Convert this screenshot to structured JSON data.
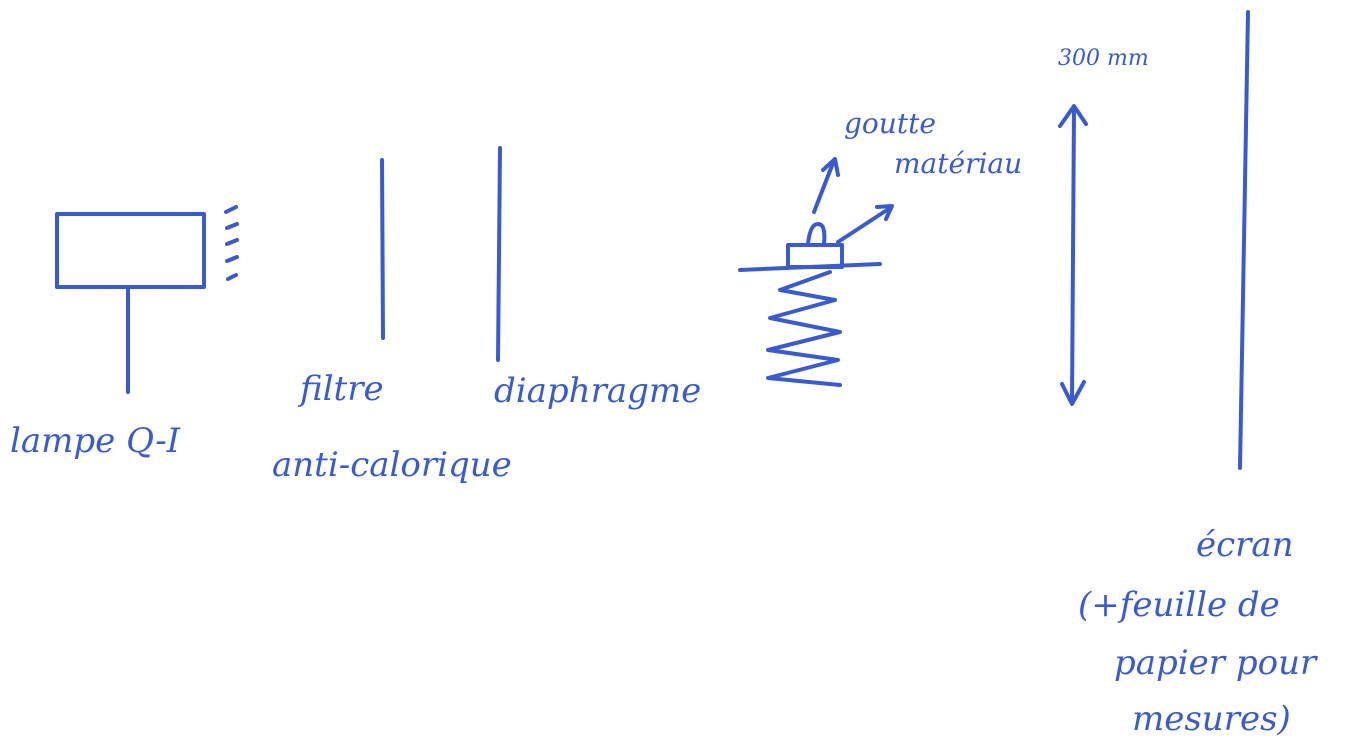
{
  "labels": {
    "lamp": "lampe Q-I",
    "filter_line1": "filtre",
    "filter_line2": "anti-calorique",
    "diaphragm": "diaphragme",
    "drop": "goutte",
    "material": "matériau",
    "distance": "300 mm",
    "screen_line1": "écran",
    "screen_line2": "(+feuille de",
    "screen_line3": "papier pour",
    "screen_line4": "mesures)"
  },
  "colors": {
    "ink": "#3a5bd0",
    "background": "#ffffff"
  }
}
